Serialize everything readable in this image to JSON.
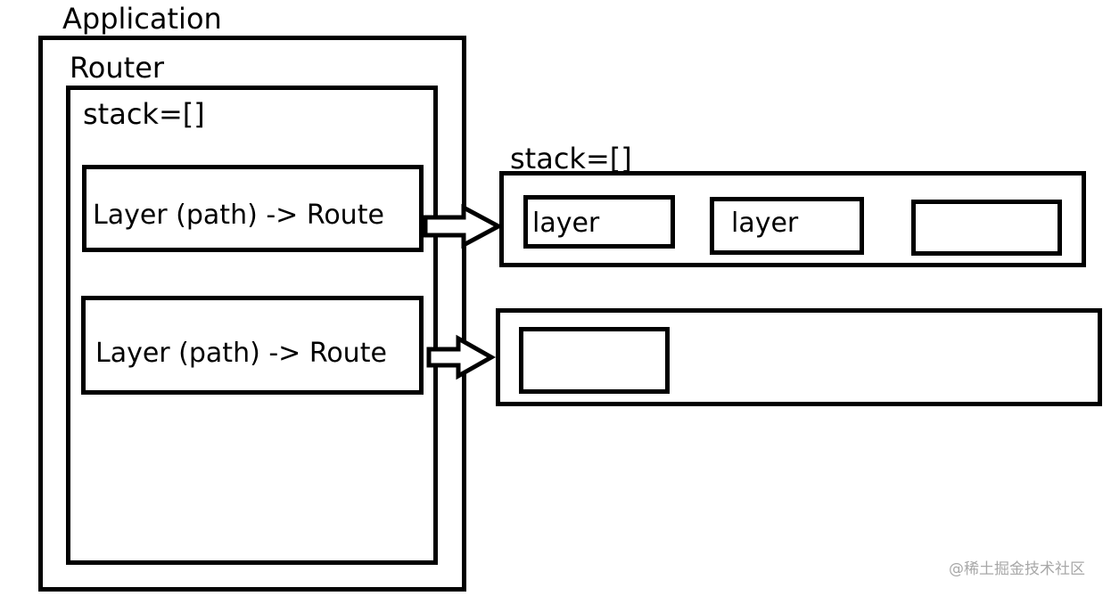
{
  "application": {
    "label": "Application"
  },
  "router": {
    "label": "Router",
    "stack_label": "stack=[]",
    "layers": [
      {
        "label": "Layer  (path) -> Route"
      },
      {
        "label": "Layer  (path) -> Route"
      }
    ]
  },
  "route_stacks": [
    {
      "stack_label": "stack=[]",
      "layers": [
        {
          "label": "layer"
        },
        {
          "label": "layer"
        },
        {
          "label": ""
        }
      ]
    },
    {
      "layers": [
        {
          "label": ""
        }
      ]
    }
  ],
  "watermark": "@稀土掘金技术社区"
}
